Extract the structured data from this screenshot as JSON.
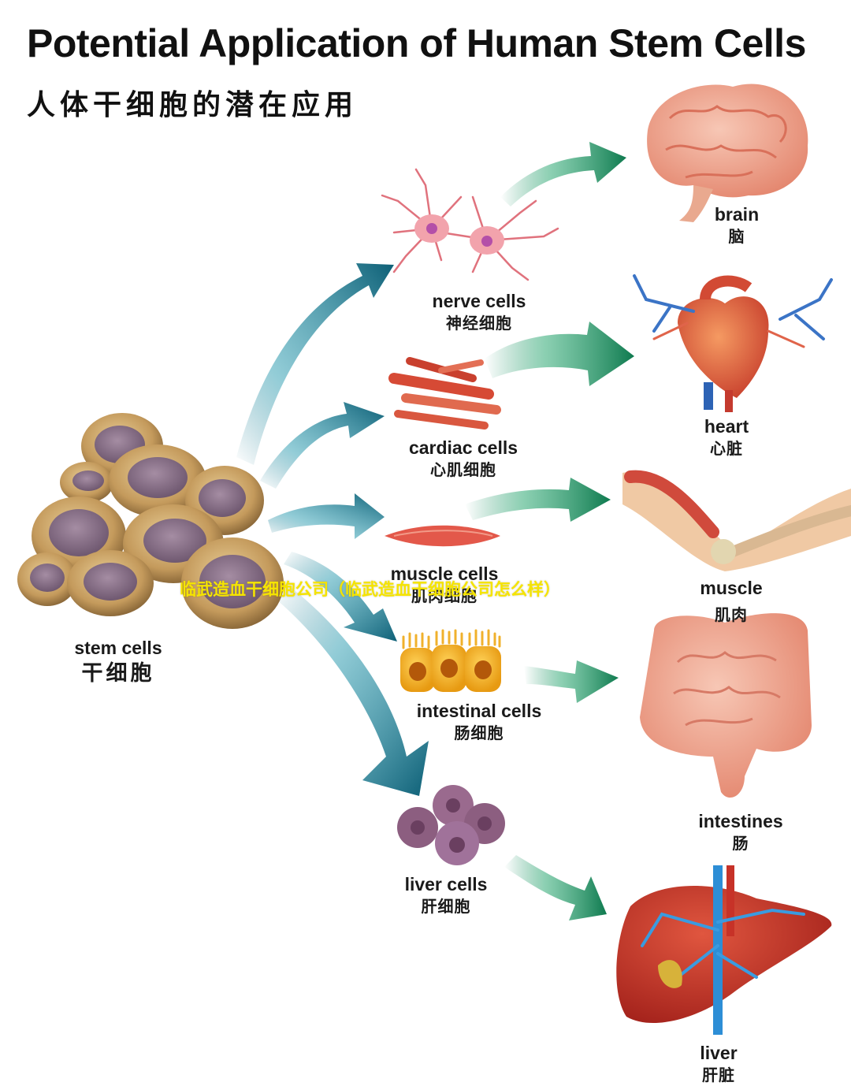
{
  "header": {
    "title": "Potential Application of Human Stem Cells",
    "subtitle": "人体干细胞的潜在应用"
  },
  "source": {
    "en": "stem cells",
    "zh": "干细胞"
  },
  "cells": [
    {
      "en": "nerve cells",
      "zh": "神经细胞"
    },
    {
      "en": "cardiac cells",
      "zh": "心肌细胞"
    },
    {
      "en": "muscle cells",
      "zh": "肌肉细胞"
    },
    {
      "en": "intestinal cells",
      "zh": "肠细胞"
    },
    {
      "en": "liver cells",
      "zh": "肝细胞"
    }
  ],
  "organs": [
    {
      "en": "brain",
      "zh": "脑"
    },
    {
      "en": "heart",
      "zh": "心脏"
    },
    {
      "en": "muscle",
      "zh": "肌肉"
    },
    {
      "en": "intestines",
      "zh": "肠"
    },
    {
      "en": "liver",
      "zh": "肝脏"
    }
  ],
  "watermark": "临武造血干细胞公司（临武造血干细胞公司怎么样）",
  "colors": {
    "arrow_teal": "#0f6f86",
    "arrow_green": "#138a5c",
    "stem_cell": "#c8a46a",
    "nucleus": "#8a7287",
    "watermark": "#f5e400"
  }
}
